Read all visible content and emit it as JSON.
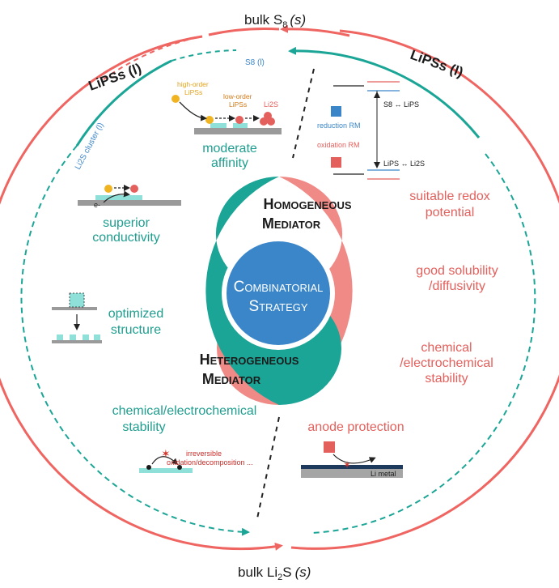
{
  "top_label": {
    "main": "bulk S",
    "sub": "8",
    "state": "(s)"
  },
  "bottom_label": {
    "main": "bulk Li",
    "sub": "2",
    "tail": "S",
    "state": "(s)"
  },
  "lipss_left": "LiPSs (l)",
  "lipss_right": "LiPSs (l)",
  "s8_liquid": "S8 (l)",
  "li2s_cluster": "Li2S cluster (l)",
  "center": {
    "line1": "Combinatorial",
    "line2": "Strategy"
  },
  "homogeneous": {
    "line1": "Homogeneous",
    "line2": "Mediator"
  },
  "heterogeneous": {
    "line1": "Heterogeneous",
    "line2": "Mediator"
  },
  "left_features": {
    "moderate_affinity": [
      "moderate",
      "affinity"
    ],
    "high_order": [
      "high-order",
      "LiPSs"
    ],
    "low_order": [
      "low-order",
      "LiPSs"
    ],
    "li2s": "Li2S",
    "superior_conductivity": [
      "superior",
      "conductivity"
    ],
    "electron": "e-",
    "optimized_structure": [
      "optimized",
      "structure"
    ],
    "chem_stability": [
      "chemical/electrochemical",
      "stability"
    ],
    "irreversible": [
      "irreversible",
      "oxidation/decomposition ..."
    ]
  },
  "right_features": {
    "s8_lips": "S8 ↔ LiPS",
    "lips_li2s": "LiPS ↔ Li2S",
    "reduction_rm": "reduction RM",
    "oxidation_rm": "oxidation RM",
    "suitable_redox": [
      "suitable redox",
      "potential"
    ],
    "good_solubility": [
      "good solubility",
      "/diffusivity"
    ],
    "chem_stability": [
      "chemical",
      "/electrochemical",
      "stability"
    ],
    "anode_protection": "anode protection",
    "li_metal": "Li metal"
  },
  "colors": {
    "teal": "#1aa596",
    "salmon": "#f08a86",
    "blue": "#3b86c9",
    "red": "#e3605c"
  }
}
